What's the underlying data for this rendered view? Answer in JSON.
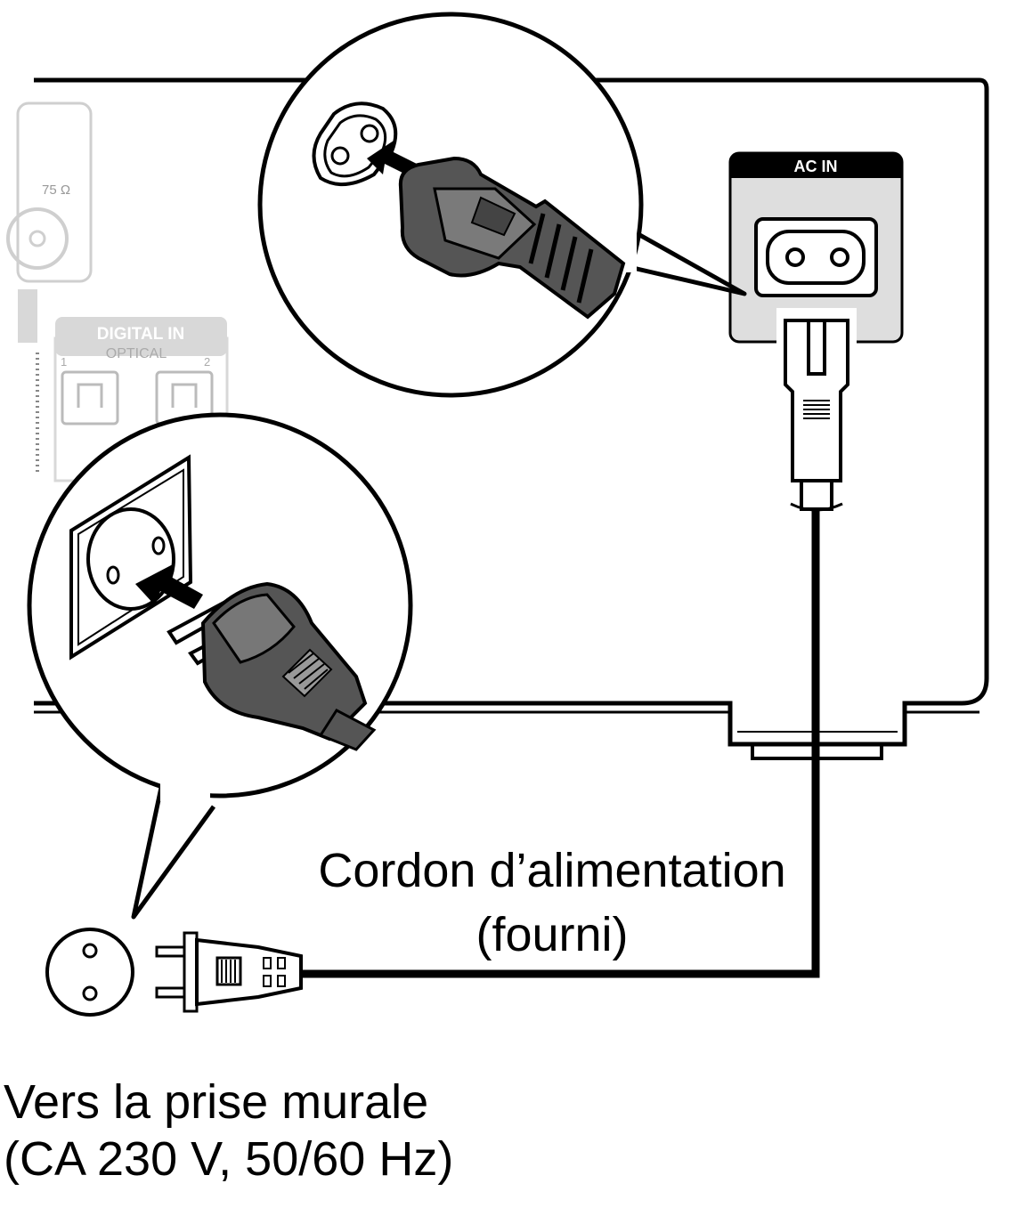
{
  "panel": {
    "ac_in_label": "AC IN",
    "impedance_label": "75 Ω",
    "digital_in_label": "DIGITAL IN",
    "optical_label": "OPTICAL",
    "optical_port_1": "1",
    "optical_port_2": "2"
  },
  "captions": {
    "cord_line1": "Cordon d’alimentation",
    "cord_line2": "(fourni)",
    "outlet_line1": "Vers la prise murale",
    "outlet_line2": "(CA 230 V, 50/60 Hz)"
  }
}
